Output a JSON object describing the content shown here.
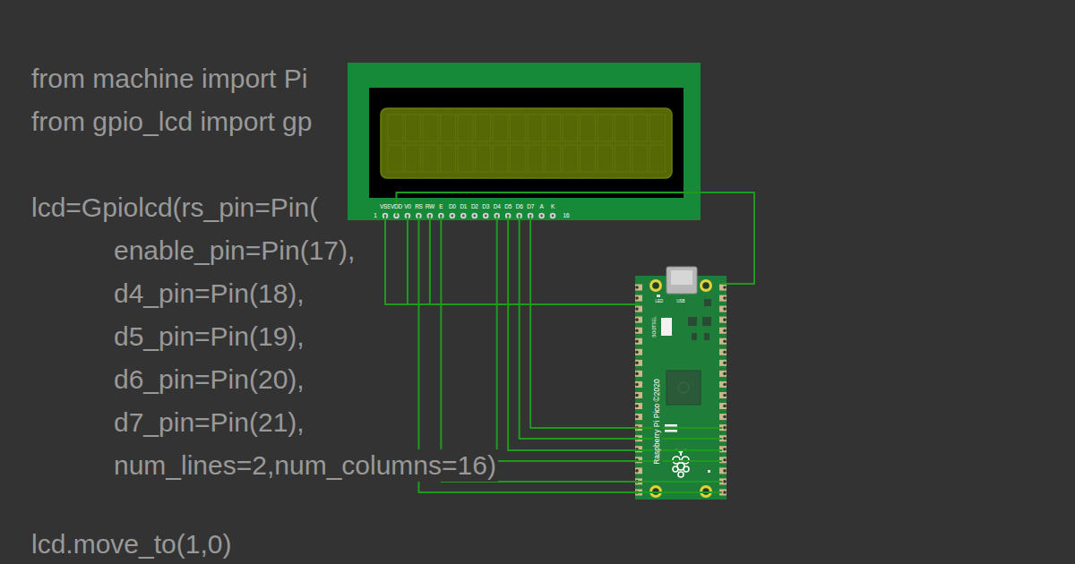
{
  "diagram": {
    "nodes": [
      {
        "text": [
          "VSS",
          "VDD",
          "V0",
          "RS",
          "RW",
          "E",
          "D0",
          "D1",
          "D2",
          "D3",
          "D4",
          "D5",
          "D6",
          "D7",
          "A",
          "K",
          "1",
          "16"
        ]
      },
      {
        "text": [
          "LED",
          "USB",
          "BOOTSEL",
          "Raspberry Pi Pico ©2020"
        ]
      }
    ],
    "edges": [
      {
        "from": 0,
        "to": 1,
        "arrow": "none"
      },
      {
        "from": 0,
        "to": 1,
        "arrow": "none"
      },
      {
        "from": 0,
        "to": 1,
        "arrow": "none"
      },
      {
        "from": 0,
        "to": 1,
        "arrow": "none"
      },
      {
        "from": 0,
        "to": 1,
        "arrow": "none"
      },
      {
        "from": 0,
        "to": 1,
        "arrow": "none"
      },
      {
        "from": 0,
        "to": 1,
        "arrow": "none"
      },
      {
        "from": 0,
        "to": 1,
        "arrow": "none"
      },
      {
        "from": 0,
        "to": 1,
        "arrow": "none"
      },
      {
        "from": 0,
        "to": 1,
        "arrow": "none"
      }
    ],
    "labels": [
      "from machine import Pi",
      "from gpio_lcd import gp",
      "lcd=Gpiolcd(rs_pin=Pin(",
      "enable_pin=Pin(17),",
      "d4_pin=Pin(18),",
      "d5_pin=Pin(19),",
      "d6_pin=Pin(20),",
      "d7_pin=Pin(21),",
      "num_lines=2,num_columns=16)",
      "lcd.move_to(1,0)"
    ]
  }
}
